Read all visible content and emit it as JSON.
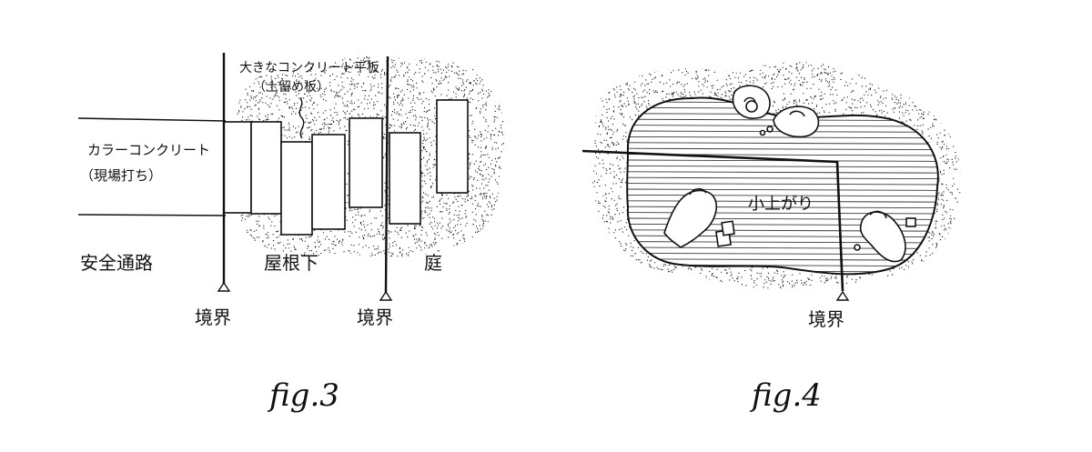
{
  "fig3": {
    "caption": "fig.3",
    "road_label_1": "カラーコンクリート",
    "road_label_2": "（現場打ち）",
    "zone_walkway": "安全通路",
    "zone_under_roof": "屋根下",
    "zone_garden": "庭",
    "boundary_left": "境界",
    "boundary_right": "境界",
    "slab_label_1": "大きなコンクリート平板",
    "slab_label_2": "（土留め板）"
  },
  "fig4": {
    "caption": "fig.4",
    "platform_label": "小上がり",
    "boundary": "境界"
  },
  "colors": {
    "ink": "#111111",
    "paper": "#ffffff",
    "hatch": "#3a3a3a"
  }
}
